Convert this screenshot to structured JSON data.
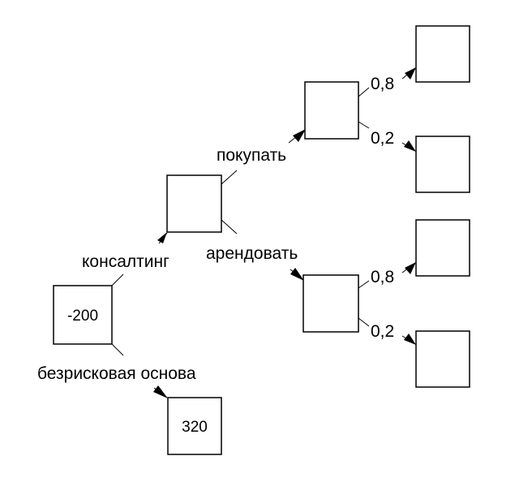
{
  "tree": {
    "root": {
      "value": "-200"
    },
    "safe": {
      "value": "320"
    },
    "consulting": {
      "value": ""
    },
    "buy": {
      "value": ""
    },
    "rent": {
      "value": ""
    },
    "buy_high": {
      "value": ""
    },
    "buy_low": {
      "value": ""
    },
    "rent_high": {
      "value": ""
    },
    "rent_low": {
      "value": ""
    }
  },
  "edges": {
    "consulting": "консалтинг",
    "safe": "безрисковая основа",
    "buy": "покупать",
    "rent": "арендовать",
    "buy_high": "0,8",
    "buy_low": "0,2",
    "rent_high": "0,8",
    "rent_low": "0,2"
  },
  "colors": {
    "line": "#000000",
    "background": "#ffffff"
  }
}
